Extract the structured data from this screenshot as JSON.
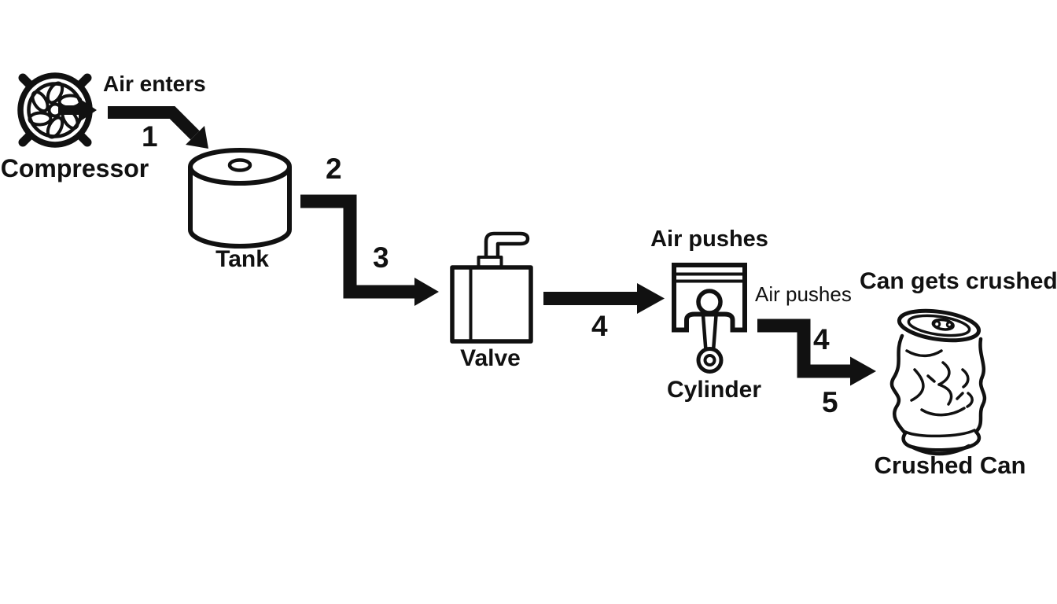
{
  "diagram": {
    "background": "#ffffff",
    "ink_color": "#111111",
    "nodes": [
      {
        "id": "compressor",
        "label": "Compressor",
        "icon": "fan-icon"
      },
      {
        "id": "tank",
        "label": "Tank",
        "icon": "tank-icon"
      },
      {
        "id": "valve",
        "label": "Valve",
        "icon": "valve-icon"
      },
      {
        "id": "cylinder",
        "label": "Cylinder",
        "icon": "piston-icon"
      },
      {
        "id": "crushed-can",
        "label": "Crushed Can",
        "icon": "crushed-can-icon"
      }
    ],
    "annotations": {
      "air_enters": "Air enters",
      "air_pushes_cylinder": "Air pushes",
      "air_pushes_output": "Air pushes",
      "can_gets_crushed": "Can gets crushed"
    },
    "step_numbers": [
      "1",
      "2",
      "3",
      "4",
      "4",
      "5"
    ]
  }
}
